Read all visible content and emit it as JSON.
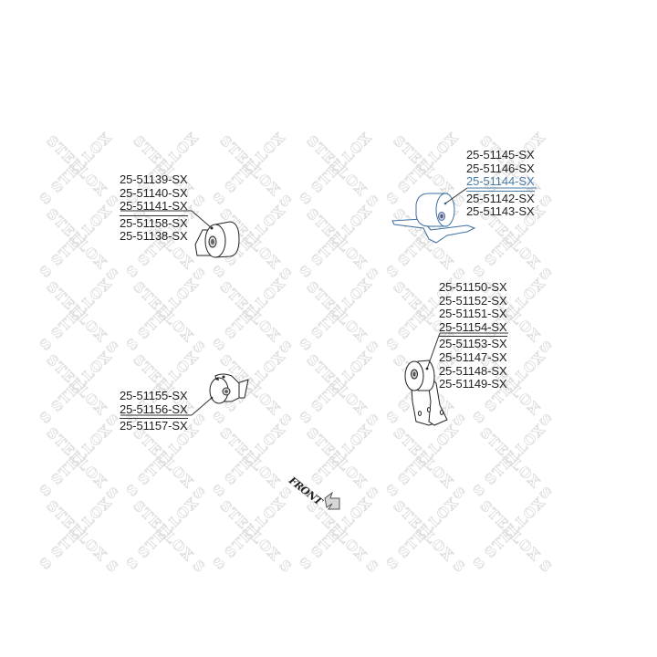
{
  "diagram": {
    "type": "exploded parts diagram - engine mounts",
    "watermark_text": "STELLOX",
    "direction_indicator": {
      "label": "FRONT",
      "arrow": "down-right"
    },
    "colors": {
      "text": "#222222",
      "highlight": "#4a7ba7",
      "line": "#333333",
      "watermark": "#dcdcdc"
    },
    "callouts": [
      {
        "id": "mount-left-top",
        "position": "upper-left",
        "group_above": [
          "25-51139-SX",
          "25-51140-SX",
          "25-51141-SX"
        ],
        "group_below": [
          "25-51158-SX",
          "25-51138-SX"
        ]
      },
      {
        "id": "mount-right-top",
        "position": "upper-right",
        "group_above": [
          "25-51145-SX",
          "25-51146-SX",
          "25-51144-SX"
        ],
        "highlighted": "25-51144-SX",
        "group_below": [
          "25-51142-SX",
          "25-51143-SX"
        ]
      },
      {
        "id": "mount-right-bottom",
        "position": "lower-right",
        "group_above": [
          "25-51150-SX",
          "25-51152-SX",
          "25-51151-SX",
          "25-51154-SX"
        ],
        "group_below": [
          "25-51153-SX",
          "25-51147-SX",
          "25-51148-SX",
          "25-51149-SX"
        ]
      },
      {
        "id": "mount-left-bottom",
        "position": "lower-left",
        "group_above": [
          "25-51155-SX",
          "25-51156-SX"
        ],
        "group_below": [
          "25-51157-SX"
        ]
      }
    ]
  }
}
